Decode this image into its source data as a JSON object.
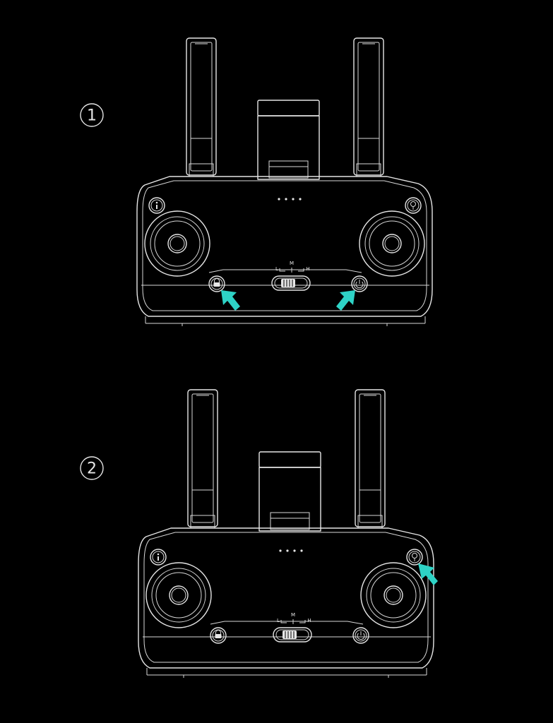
{
  "steps": [
    {
      "number": "1",
      "switch_labels": {
        "left": "L",
        "middle": "M",
        "right": "H"
      },
      "highlighted_buttons": [
        "lock-button",
        "power-button"
      ]
    },
    {
      "number": "2",
      "switch_labels": {
        "left": "L",
        "middle": "M",
        "right": "H"
      },
      "highlighted_buttons": [
        "photo-button"
      ]
    }
  ],
  "colors": {
    "background": "#000000",
    "line": "#e6e6e6",
    "arrow": "#2ed3c6"
  }
}
